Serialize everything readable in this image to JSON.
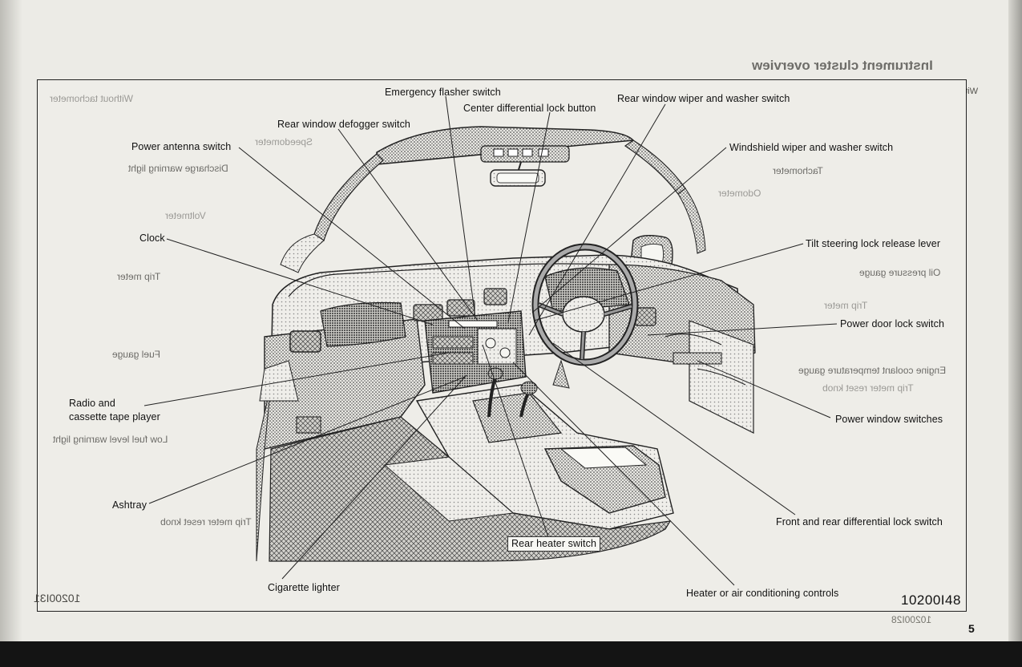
{
  "callouts": [
    {
      "text": "Emergency flasher switch"
    },
    {
      "text": "Center differential lock button"
    },
    {
      "text": "Rear window wiper and washer switch"
    },
    {
      "text": "Rear window defogger switch"
    },
    {
      "text": "Power antenna switch"
    },
    {
      "text": "Windshield wiper and washer switch"
    },
    {
      "text": "Clock"
    },
    {
      "text": "Tilt steering lock release lever"
    },
    {
      "text": "Power door lock switch"
    },
    {
      "text": "Radio and"
    },
    {
      "text": "cassette tape player"
    },
    {
      "text": "Power window switches"
    },
    {
      "text": "Ashtray"
    },
    {
      "text": "Front and rear differential lock switch"
    },
    {
      "text": "Rear heater switch"
    },
    {
      "text": "Cigarette lighter"
    },
    {
      "text": "Heater or air conditioning controls"
    }
  ],
  "figure_code": "10200I48",
  "page_number": "5",
  "show_through": {
    "title": "Instrument cluster overview",
    "subtitle": "With tachometer",
    "left_labels": [
      "Discharge warning light",
      "Fuel gauge",
      "Low fuel level warning light",
      "Trip meter",
      "Trip meter reset knob",
      "Speedometer",
      "Voltmeter"
    ],
    "right_labels": [
      "Tachometer",
      "Oil pressure gauge",
      "Engine coolant temperature gauge",
      "Trip meter reset knob",
      "Odometer",
      "Trip meter"
    ],
    "code_left": "10200I31",
    "code_right": "10200I28",
    "header_left": "Without tachometer"
  }
}
